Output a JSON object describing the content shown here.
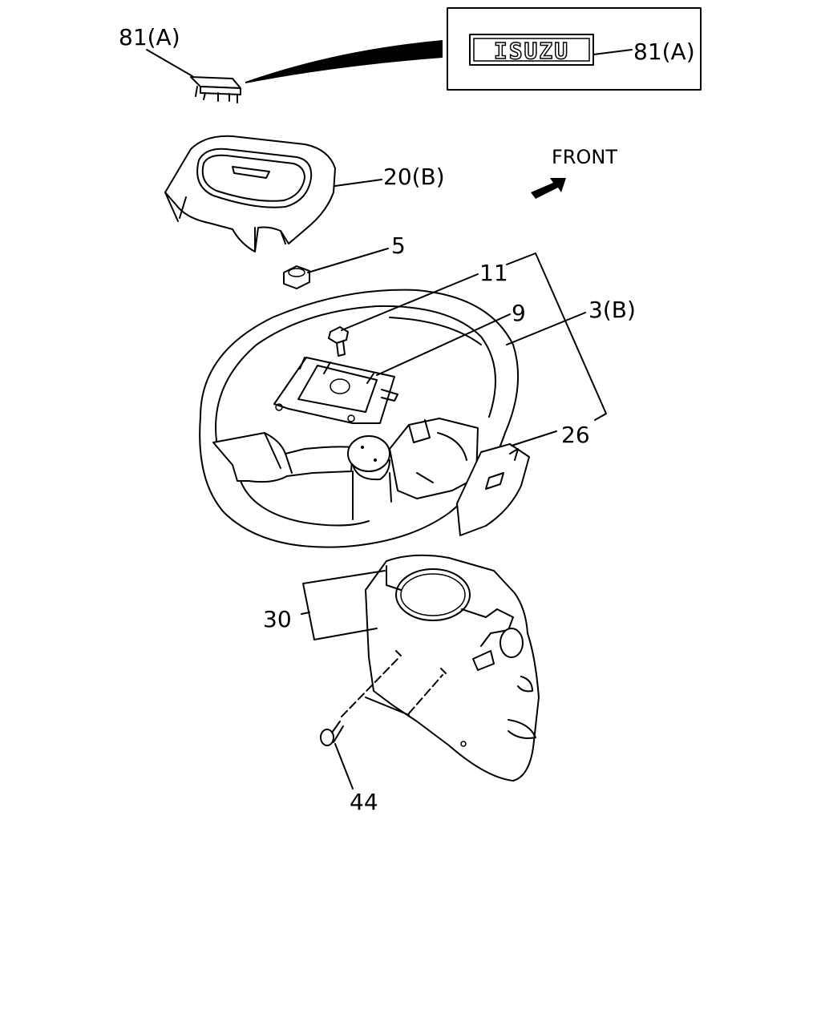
{
  "callouts": {
    "c81a_left": "81(A)",
    "c81a_right": "81(A)",
    "c20b": "20(B)",
    "c5": "5",
    "c11": "11",
    "c9": "9",
    "c3b": "3(B)",
    "c26": "26",
    "c30": "30",
    "c44": "44"
  },
  "emblem_text": "ISUZU",
  "front_label": "FRONT"
}
